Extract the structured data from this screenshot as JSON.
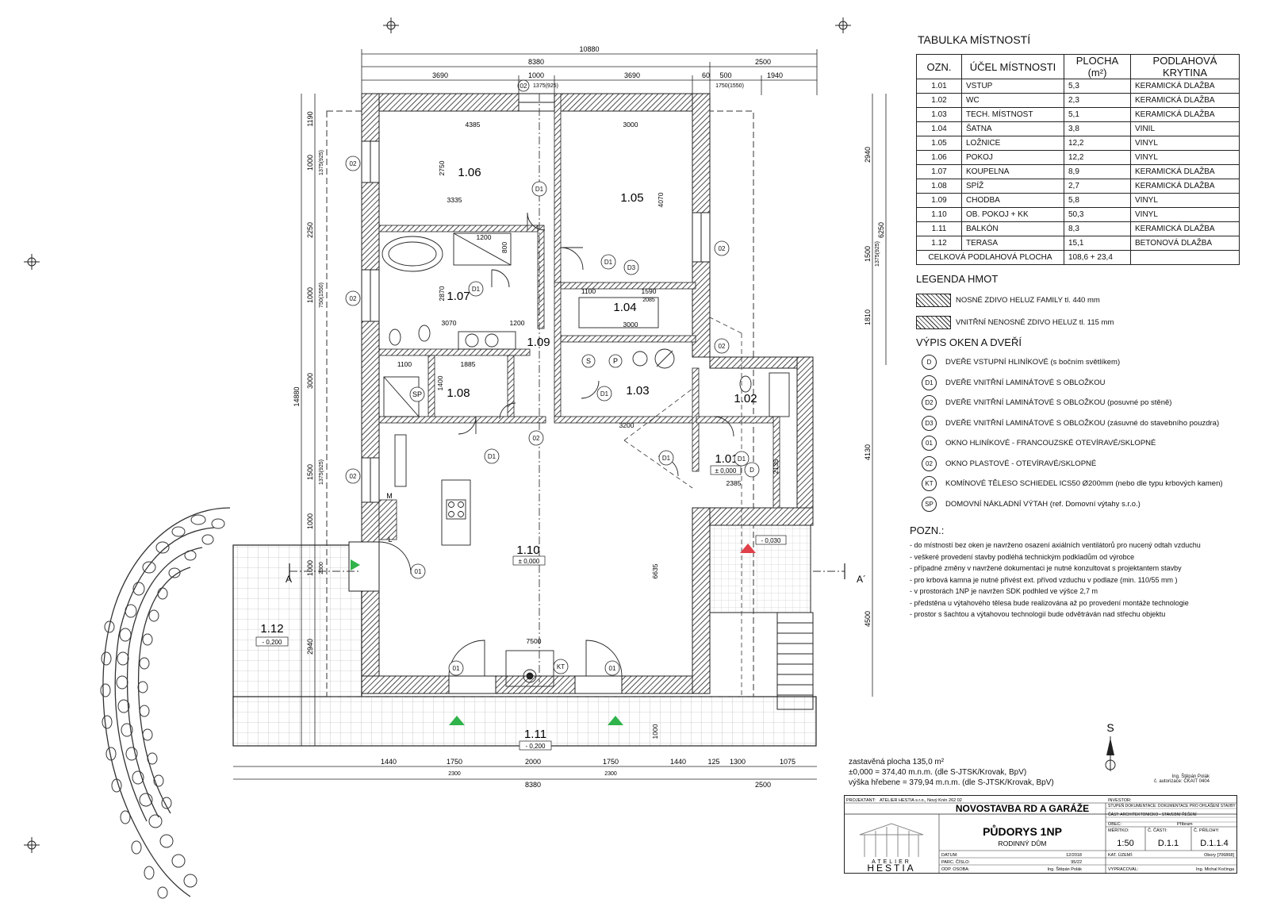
{
  "table": {
    "title": "TABULKA MÍSTNOSTÍ",
    "headers": [
      "OZN.",
      "ÚČEL MÍSTNOSTI",
      "PLOCHA (m²)",
      "PODLAHOVÁ KRYTINA"
    ],
    "rows": [
      [
        "1.01",
        "VSTUP",
        "5,3",
        "KERAMICKÁ DLAŽBA"
      ],
      [
        "1.02",
        "WC",
        "2,3",
        "KERAMICKÁ DLAŽBA"
      ],
      [
        "1.03",
        "TECH. MÍSTNOST",
        "5,1",
        "KERAMICKÁ DLAŽBA"
      ],
      [
        "1.04",
        "ŠATNA",
        "3,8",
        "VINIL"
      ],
      [
        "1.05",
        "LOŽNICE",
        "12,2",
        "VINYL"
      ],
      [
        "1.06",
        "POKOJ",
        "12,2",
        "VINYL"
      ],
      [
        "1.07",
        "KOUPELNA",
        "8,9",
        "KERAMICKÁ DLAŽBA"
      ],
      [
        "1.08",
        "SPÍŽ",
        "2,7",
        "KERAMICKÁ DLAŽBA"
      ],
      [
        "1.09",
        "CHODBA",
        "5,8",
        "VINYL"
      ],
      [
        "1.10",
        "OB. POKOJ + KK",
        "50,3",
        "VINYL"
      ],
      [
        "1.11",
        "BALKÓN",
        "8,3",
        "KERAMICKÁ DLAŽBA"
      ],
      [
        "1.12",
        "TERASA",
        "15,1",
        "BETONOVÁ DLAŽBA"
      ]
    ],
    "total_label": "CELKOVÁ PODLAHOVÁ PLOCHA",
    "total_value": "108,6 + 23,4"
  },
  "legend_hmot": {
    "title": "LEGENDA HMOT",
    "items": [
      "NOSNÉ ZDIVO HELUZ FAMILY tl. 440 mm",
      "VNITŘNÍ NENOSNÉ ZDIVO HELUZ tl. 115 mm"
    ]
  },
  "openings": {
    "title": "VÝPIS OKEN A DVEŘÍ",
    "items": [
      {
        "code": "D",
        "text": "DVEŘE VSTUPNÍ HLINÍKOVÉ (s bočním světlíkem)"
      },
      {
        "code": "D1",
        "text": "DVEŘE VNITŘNÍ LAMINÁTOVÉ S OBLOŽKOU"
      },
      {
        "code": "D2",
        "text": "DVEŘE VNITŘNÍ LAMINÁTOVÉ S OBLOŽKOU (posuvné po stěně)"
      },
      {
        "code": "D3",
        "text": "DVEŘE VNITŘNÍ LAMINÁTOVÉ S OBLOŽKOU (zásuvné do stavebního pouzdra)"
      },
      {
        "code": "01",
        "text": "OKNO HLINÍKOVÉ - FRANCOUZSKÉ OTEVÍRAVÉ/SKLOPNÉ"
      },
      {
        "code": "02",
        "text": "OKNO PLASTOVÉ - OTEVÍRAVÉ/SKLOPNÉ"
      },
      {
        "code": "KT",
        "text": "KOMÍNOVÉ TĚLESO SCHIEDEL ICS50 Ø200mm (nebo dle typu krbových kamen)"
      },
      {
        "code": "SP",
        "text": "DOMOVNÍ NÁKLADNÍ VÝTAH (ref. Domovní výtahy s.r.o.)"
      }
    ]
  },
  "notes": {
    "title": "POZN.:",
    "lines": [
      "- do místností bez oken je navrženo osazení axiálních ventilátorů pro nucený odtah vzduchu",
      "- veškeré provedení stavby podléhá technickým podkladům od výrobce",
      "- případné změny v navržené dokumentaci je nutné konzultovat s projektantem stavby",
      "- pro krbová kamna je nutné přivést ext. přívod vzduchu v podlaze (min. 110/55 mm )",
      "- v prostorách 1NP je navržen SDK podhled ve výšce 2,7 m",
      "- předstěna u výtahového tělesa bude realizována až po provedení montáže technologie",
      "- prostor s šachtou a výtahovou technologií bude odvětráván nad střechu objektu"
    ]
  },
  "site": {
    "built_area": "zastavěná plocha 135,0 m²",
    "level_zero": "±0,000 = 374,40 m.n.m. (dle S-JTSK/Krovak, BpV)",
    "ridge": "výška hřebene = 379,94 m.n.m. (dle S-JTSK/Krovak, BpV)"
  },
  "stamp": {
    "project_title": "NOVOSTAVBA RD A GARÁŽE",
    "drawing_title": "PŮDORYS 1NP",
    "drawing_subtitle": "RODINNÝ DŮM",
    "scale": "1:50",
    "part": "D.1.1",
    "sheet": "D.1.1.4",
    "logo_top": "ATELIER",
    "logo_bottom": "HESTIA",
    "label_scale": "MĚŘÍTKO:",
    "label_part": "Č. ČÁSTI:",
    "label_sheet": "Č. PŘÍLOHY:",
    "date_label": "DATUM:",
    "date_value": "12/2018",
    "parc_label": "PARC. ČÍSLO:",
    "parc_value": "95/22",
    "kat_label": "KAT. ÚZEMÍ:",
    "kat_value": "Obory [706868]",
    "investor_label": "INVESTOR:",
    "author": "Ing. Štěpán Polák",
    "drawn_by": "Ing. Michal Kočinga",
    "vypracoval_label": "VYPRACOVAL:",
    "cast_label": "ČÁST: ARCHITEKTONICKO - STAVEBNÍ ŘEŠENÍ",
    "stupen_label": "STUPEŇ DOKUMENTACE: DOKUMENTACE PRO OHLÁŠENÍ STAVBY",
    "projektant_label": "PROJEKTANT:",
    "projektant_value": "ATELIER HESTIA s.r.o., Nový Knín 262 02",
    "obec_label": "OBEC:",
    "obec_value": "Příbram",
    "zodp_label": "ODP. OSOBA:",
    "seal_name": "Ing. Štěpán Polák",
    "seal_sub": "č. autorizace: ČKAIT 0404"
  },
  "plan": {
    "north_label": "S",
    "section_left": "A",
    "section_right": "A´",
    "rooms": [
      {
        "id": "1.06"
      },
      {
        "id": "1.05"
      },
      {
        "id": "1.07"
      },
      {
        "id": "1.04"
      },
      {
        "id": "1.09"
      },
      {
        "id": "1.08"
      },
      {
        "id": "1.03"
      },
      {
        "id": "1.02"
      },
      {
        "id": "1.01",
        "level": "± 0,000"
      },
      {
        "id": "1.10",
        "level": "± 0,000"
      },
      {
        "id": "1.12",
        "level": "- 0,200"
      },
      {
        "id": "1.11",
        "level": "- 0,200"
      }
    ],
    "terrace_level": "- 0,030",
    "dims_top": [
      "10880",
      "8380",
      "2500",
      "3690",
      "1000",
      "3690",
      "60",
      "500",
      "1940",
      "1375(925)",
      "1750(1550)"
    ],
    "dims_bottom": [
      "1440",
      "1750",
      "2000",
      "1750",
      "1440",
      "125",
      "1300",
      "1075",
      "2300",
      "2300",
      "8380",
      "2500"
    ],
    "dims_left": [
      "1190",
      "1000",
      "1375(925)",
      "2250",
      "1000",
      "750(1550)",
      "3000",
      "14880",
      "1500",
      "1375(925)",
      "1000",
      "1000",
      "2300",
      "2940"
    ],
    "dims_right": [
      "2940",
      "6250",
      "1500",
      "1375(925)",
      "1810",
      "4130",
      "4500"
    ],
    "dims_inner": [
      "4385",
      "3000",
      "2750",
      "3335",
      "4070",
      "1200",
      "800",
      "2870",
      "3070",
      "1200",
      "1100",
      "1590",
      "2085",
      "3000",
      "1100",
      "1885",
      "1400",
      "3200",
      "7500",
      "6635",
      "2385",
      "2135",
      "1000"
    ],
    "markers": [
      "02",
      "D1",
      "D3",
      "01",
      "KT",
      "SP",
      "D",
      "M",
      "L",
      "S",
      "P"
    ]
  }
}
